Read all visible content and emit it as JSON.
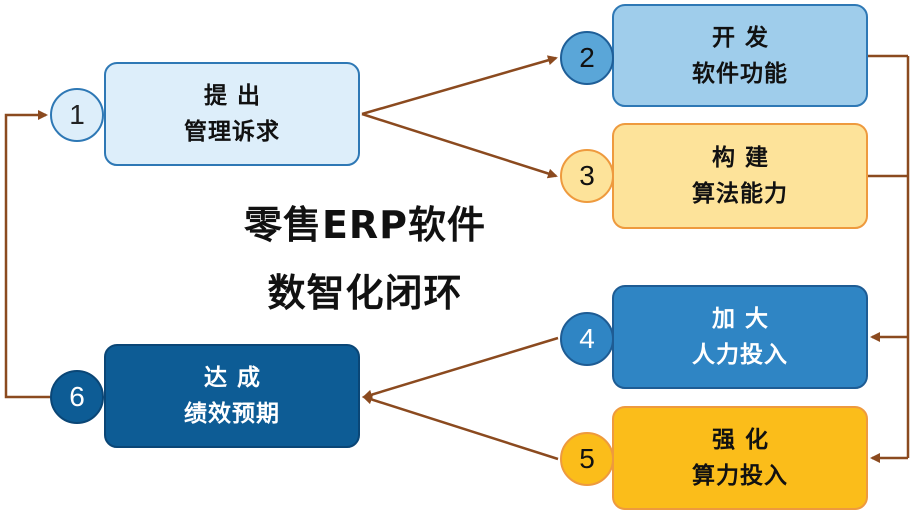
{
  "title": {
    "line1": "零售ERP软件",
    "line2": "数智化闭环"
  },
  "steps": [
    {
      "number": "1",
      "line1": "提出",
      "line2": "管理诉求"
    },
    {
      "number": "2",
      "line1": "开发",
      "line2": "软件功能"
    },
    {
      "number": "3",
      "line1": "构建",
      "line2": "算法能力"
    },
    {
      "number": "4",
      "line1": "加大",
      "line2": "人力投入"
    },
    {
      "number": "5",
      "line1": "强化",
      "line2": "算力投入"
    },
    {
      "number": "6",
      "line1": "达成",
      "line2": "绩效预期"
    }
  ],
  "colors": {
    "arrow": "#8b4a1f",
    "light_blue": "#ddeefa",
    "mid_blue": "#9fcdeb",
    "blue": "#2f85c4",
    "dark_blue": "#0d5c95",
    "light_yellow": "#fde39a",
    "gold": "#fbbd1a"
  }
}
